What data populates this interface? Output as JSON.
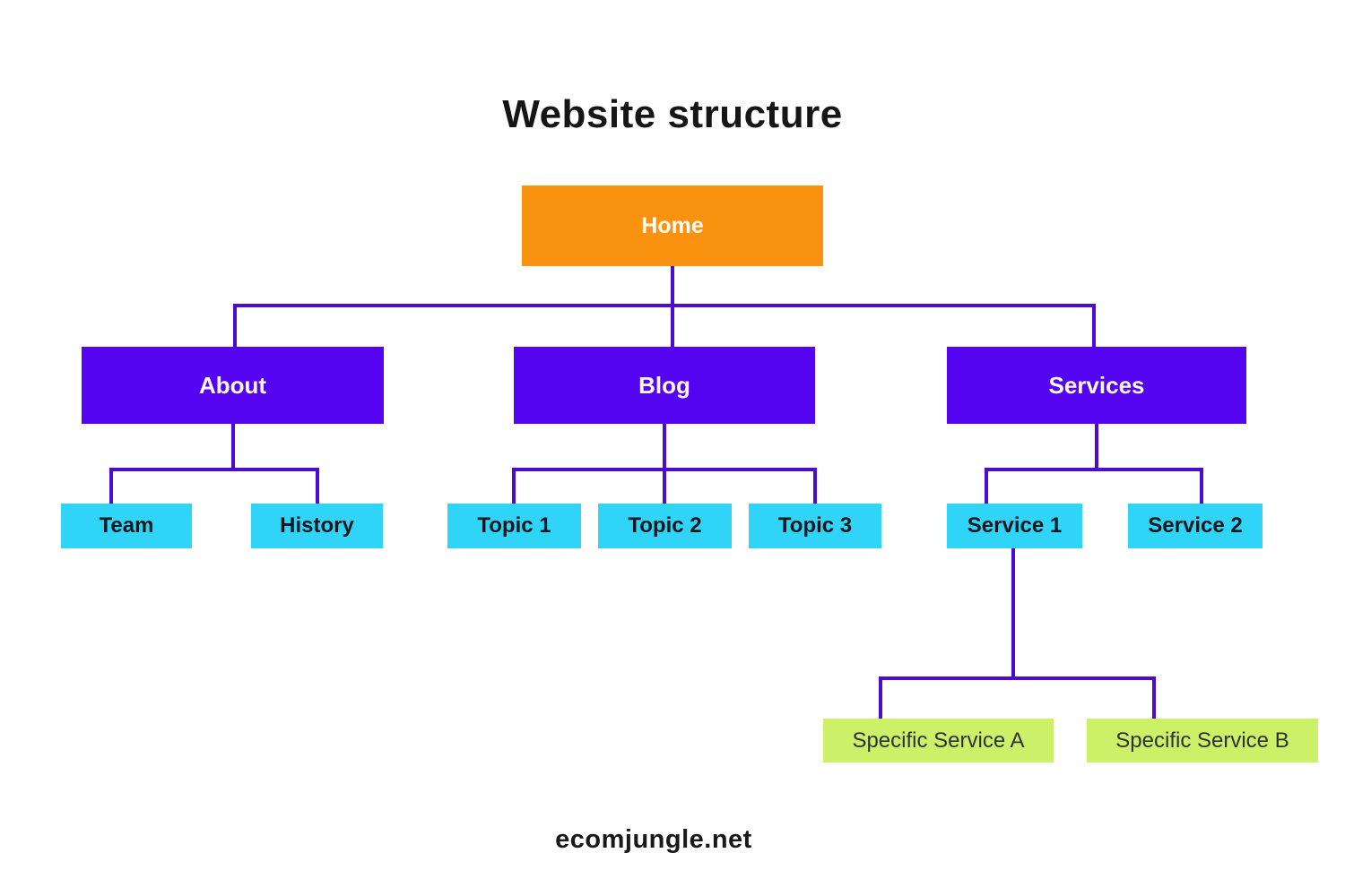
{
  "title": "Website structure",
  "footer": "ecomjungle.net",
  "colors": {
    "home_bg": "#F9930F",
    "section_bg": "#5504F2",
    "page_bg": "#2FD4F6",
    "subpage_bg": "#CCF168",
    "connector": "#4C0BCE",
    "home_text": "#FFFAF5",
    "section_text": "#FFFAF5",
    "page_text": "#101820",
    "subpage_text": "#2F3337",
    "title_text": "#161616",
    "footer_text": "#191919"
  },
  "nodes": {
    "home": {
      "label": "Home",
      "level": "root"
    },
    "about": {
      "label": "About",
      "level": "section"
    },
    "blog": {
      "label": "Blog",
      "level": "section"
    },
    "services": {
      "label": "Services",
      "level": "section"
    },
    "team": {
      "label": "Team",
      "level": "page"
    },
    "history": {
      "label": "History",
      "level": "page"
    },
    "topic1": {
      "label": "Topic 1",
      "level": "page"
    },
    "topic2": {
      "label": "Topic 2",
      "level": "page"
    },
    "topic3": {
      "label": "Topic 3",
      "level": "page"
    },
    "service1": {
      "label": "Service 1",
      "level": "page"
    },
    "service2": {
      "label": "Service 2",
      "level": "page"
    },
    "specific_a": {
      "label": "Specific Service A",
      "level": "subpage"
    },
    "specific_b": {
      "label": "Specific Service B",
      "level": "subpage"
    }
  },
  "hierarchy": {
    "Home": [
      "About",
      "Blog",
      "Services"
    ],
    "About": [
      "Team",
      "History"
    ],
    "Blog": [
      "Topic 1",
      "Topic 2",
      "Topic 3"
    ],
    "Services": [
      "Service 1",
      "Service 2"
    ],
    "Service 1": [
      "Specific Service A",
      "Specific Service B"
    ]
  }
}
